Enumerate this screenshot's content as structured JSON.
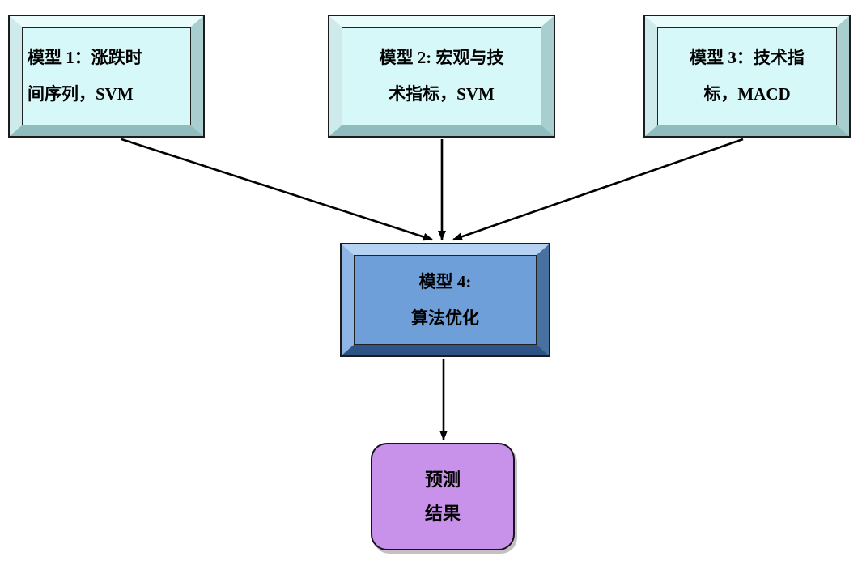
{
  "diagram": {
    "nodes": {
      "model1": {
        "line1": "模型 1：涨跌时",
        "line2": "间序列，SVM",
        "fill": "#D7F8F8",
        "shape": "beveled-rectangle"
      },
      "model2": {
        "line1": "模型 2: 宏观与技",
        "line2": "术指标，SVM",
        "fill": "#D7F8F8",
        "shape": "beveled-rectangle"
      },
      "model3": {
        "line1": "模型 3：技术指",
        "line2": "标，MACD",
        "fill": "#D7F8F8",
        "shape": "beveled-rectangle"
      },
      "model4": {
        "line1": "模型 4:",
        "line2": "算法优化",
        "fill": "#6F9FD9",
        "shape": "beveled-rectangle"
      },
      "result": {
        "line1": "预测",
        "line2": "结果",
        "fill": "#C992EA",
        "shape": "rounded-rectangle"
      }
    },
    "edges": [
      {
        "from": "model1",
        "to": "model4"
      },
      {
        "from": "model2",
        "to": "model4"
      },
      {
        "from": "model3",
        "to": "model4"
      },
      {
        "from": "model4",
        "to": "result"
      }
    ],
    "colors": {
      "background": "#FFFFFF",
      "arrow": "#000000",
      "cyan_box_fill": "#D7F8F8",
      "blue_box_fill": "#6F9FD9",
      "purple_box_fill": "#C992EA",
      "text": "#000000"
    }
  }
}
